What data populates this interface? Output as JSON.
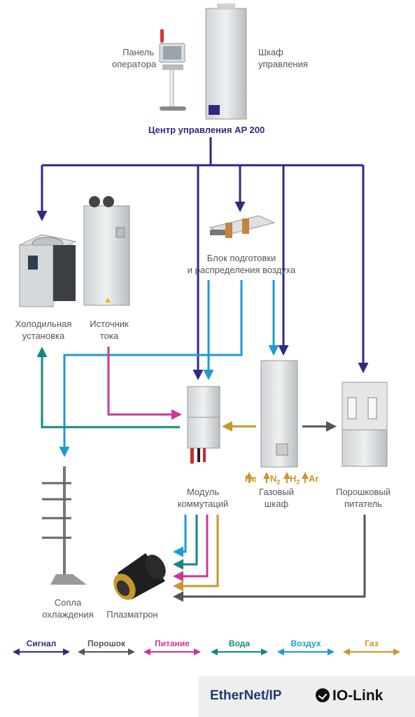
{
  "title": "Центр управления AP 200",
  "components": {
    "operator_panel": [
      "Панель",
      "оператора"
    ],
    "control_cabinet": [
      "Шкаф",
      "управления"
    ],
    "air_block": [
      "Блок подготовки",
      "и распределения воздуха"
    ],
    "chiller": [
      "Холодильная",
      "установка"
    ],
    "power_source": [
      "Источник",
      "тока"
    ],
    "switch_module": [
      "Модуль",
      "коммутаций"
    ],
    "gas_cabinet": [
      "Газовый",
      "шкаф"
    ],
    "powder_feeder": [
      "Порошковый",
      "питатель"
    ],
    "cooling_nozzles": [
      "Сопла",
      "охлаждения"
    ],
    "plasmatron": [
      "Плазматрон"
    ]
  },
  "gases": [
    "He",
    "N",
    "H",
    "Ar"
  ],
  "gas_subscript": "2",
  "legend": [
    {
      "label": "Сигнал",
      "color": "#2d2a80"
    },
    {
      "label": "Порошок",
      "color": "#555555"
    },
    {
      "label": "Питание",
      "color": "#c8379a"
    },
    {
      "label": "Вода",
      "color": "#13897e"
    },
    {
      "label": "Воздух",
      "color": "#1c9ad6"
    },
    {
      "label": "Газ",
      "color": "#c9962a"
    }
  ],
  "logos": {
    "ethernet": "EtherNet/IP",
    "iolink": "IO-Link"
  }
}
